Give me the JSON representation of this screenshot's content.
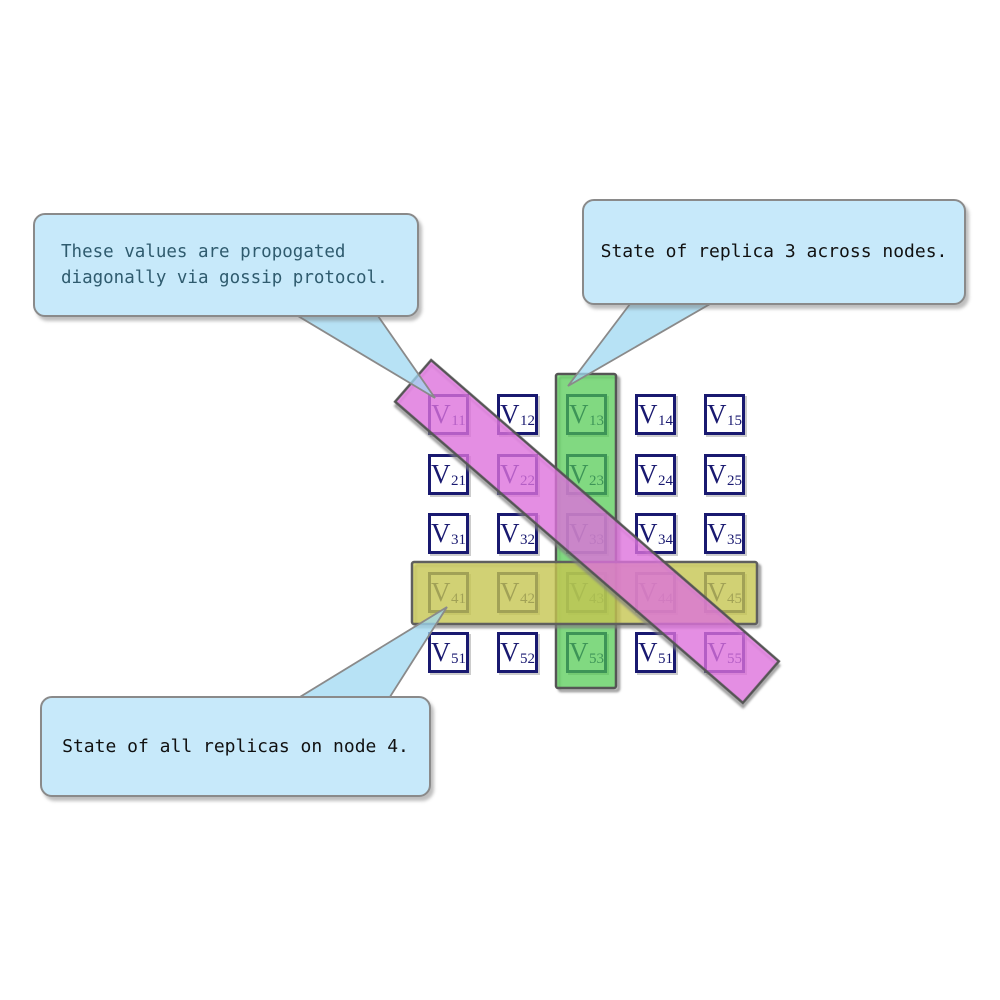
{
  "grid": {
    "letter": "V",
    "rows": 5,
    "cols": 5,
    "subscripts": [
      [
        "11",
        "12",
        "13",
        "14",
        "15"
      ],
      [
        "21",
        "22",
        "23",
        "24",
        "25"
      ],
      [
        "31",
        "32",
        "33",
        "34",
        "35"
      ],
      [
        "41",
        "42",
        "43",
        "44",
        "45"
      ],
      [
        "51",
        "52",
        "53",
        "51",
        "55"
      ]
    ],
    "cell_border_color": "#191970"
  },
  "highlights": {
    "replica_column": {
      "description": "vertical band over column 3",
      "color": "#21DD21",
      "border": "#555555"
    },
    "node_row": {
      "description": "horizontal band over row 4",
      "color": "#D5D535",
      "border": "#5f5f5f"
    },
    "gossip_diagonal": {
      "description": "diagonal band over V11..V55",
      "color": "#F26CF0",
      "border": "#555555"
    },
    "callout_fill": "#C7E9FA",
    "callout_border": "#8a8a8a",
    "tail_fill": "#9FD8F2"
  },
  "callouts": [
    {
      "id": "gossip",
      "lines": [
        "These values are propogated",
        "diagonally via gossip protocol."
      ],
      "text_color": "#2F5B6E"
    },
    {
      "id": "replica3",
      "text": "State of replica 3 across nodes.",
      "text_color": "#111111"
    },
    {
      "id": "node4",
      "text": "State of all replicas on node 4.",
      "text_color": "#111111"
    }
  ]
}
